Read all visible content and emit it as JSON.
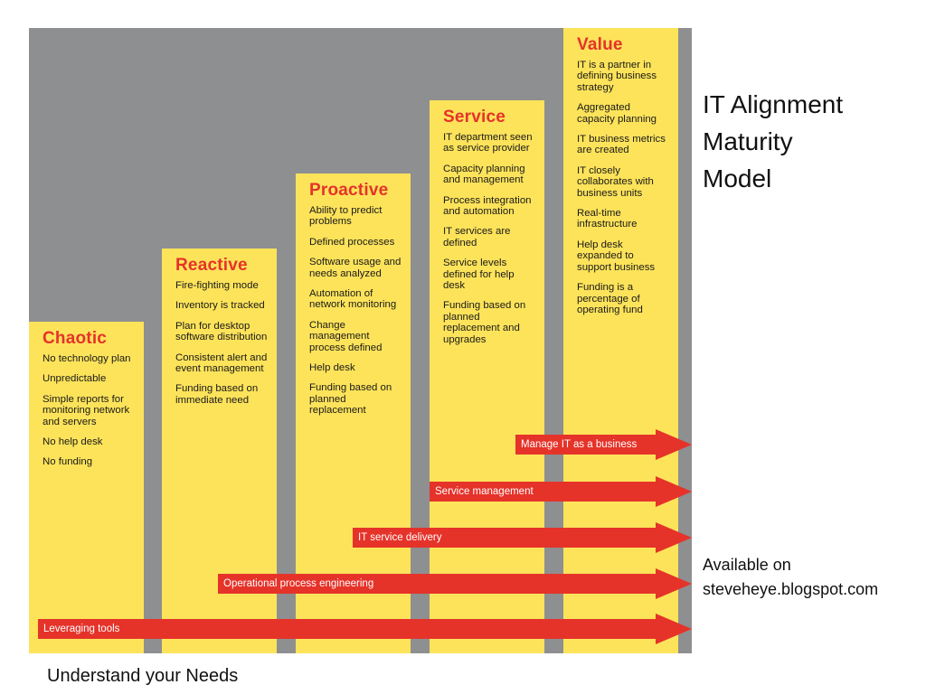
{
  "diagram": {
    "columns": [
      {
        "title": "Chaotic",
        "bullets": [
          "No technology plan",
          "Unpredictable",
          "Simple reports for monitoring network and servers",
          "No help desk",
          "No funding"
        ]
      },
      {
        "title": "Reactive",
        "bullets": [
          "Fire-fighting mode",
          "Inventory is tracked",
          "Plan for desktop software distribution",
          "Consistent alert and event management",
          "Funding based on immediate need"
        ]
      },
      {
        "title": "Proactive",
        "bullets": [
          "Ability to predict problems",
          "Defined processes",
          "Software usage and needs analyzed",
          "Automation of network monitoring",
          "Change management process defined",
          "Help desk",
          "Funding based on planned replacement"
        ]
      },
      {
        "title": "Service",
        "bullets": [
          "IT department seen as service provider",
          "Capacity planning and management",
          "Process integration and automation",
          "IT services are defined",
          "Service levels defined for help desk",
          "Funding based on planned replacement and upgrades"
        ]
      },
      {
        "title": "Value",
        "bullets": [
          "IT is a partner in defining business strategy",
          "Aggregated capacity planning",
          "IT business metrics are created",
          "IT closely collaborates with business units",
          "Real-time infrastructure",
          "Help desk expanded to support business",
          "Funding is a percentage of operating fund"
        ]
      }
    ],
    "arrows": [
      {
        "label": "Manage IT as a business"
      },
      {
        "label": "Service management"
      },
      {
        "label": "IT service delivery"
      },
      {
        "label": "Operational process engineering"
      },
      {
        "label": "Leveraging tools"
      }
    ],
    "colors": {
      "background": "#8e8f91",
      "column": "#fde35a",
      "accent": "#e5332a"
    }
  },
  "side_title": [
    "IT Alignment",
    "Maturity",
    "Model"
  ],
  "availability": [
    "Available on",
    "steveheye.blogspot.com"
  ],
  "footer": "Understand your Needs"
}
